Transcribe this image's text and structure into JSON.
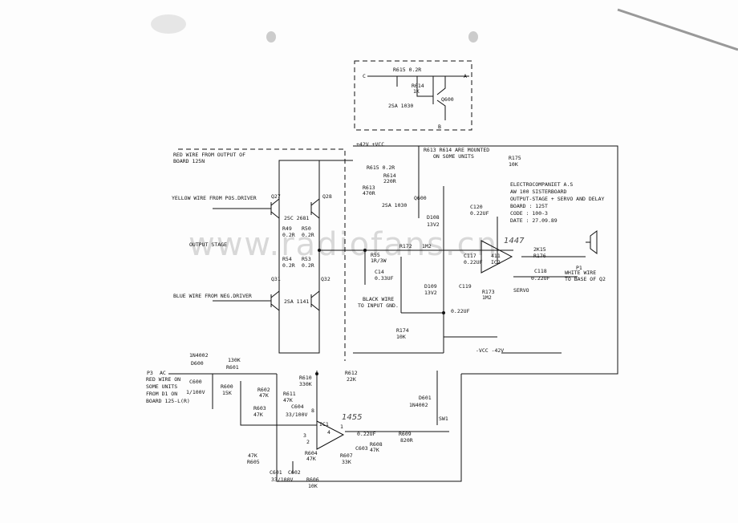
{
  "watermark": "www.radiofans.cn",
  "handwritten": {
    "ic": "1455",
    "opamp": "1447"
  },
  "inset": {
    "c": "C",
    "a": "A",
    "b": "B",
    "r615": "R615  0.2R",
    "r614": "R614",
    "r614v": "1K",
    "q": "Q600",
    "part": "2SA 1030"
  },
  "notes": {
    "red_top": "RED WIRE FROM OUTPUT OF",
    "red_top2": "BOARD 125N",
    "yellow": "YELLOW WIRE FROM POS.DRIVER",
    "output_stage": "OUTPUT STAGE",
    "blue": "BLUE WIRE FROM NEG.DRIVER",
    "mounted1": "R613 R614 ARE MOUNTED",
    "mounted2": "ON SOME UNITS",
    "black1": "BLACK WIRE",
    "black2": "TO INPUT GND.",
    "white1": "WHITE WIRE",
    "white2": "TO BASE OF Q2",
    "red_bottom1": "RED WIRE ON",
    "red_bottom2": "SOME UNITS",
    "red_bottom3": "FROM D1 ON",
    "red_bottom4": "BOARD 125-L(R)"
  },
  "title_block": [
    "ELECTROCOMPANIET A.S",
    "AW 100 SISTERBOARD",
    "OUTPUT-STAGE + SERVO AND DELAY",
    "BOARD : 125T",
    "CODE : 100-3",
    "DATE : 27.09.89"
  ],
  "rails": {
    "pos": "+42V +VCC",
    "neg": "-VCC  -42V"
  },
  "parts": {
    "q27": "Q27",
    "q28": "Q28",
    "q31": "Q31",
    "q32": "Q32",
    "sc2681": "2SC 2681",
    "sa1141": "2SA 1141",
    "r49": "R49",
    "r49v": "0.2R",
    "r50": "R50",
    "r50v": "0.2R",
    "r54": "R54",
    "r54v": "0.2R",
    "r53": "R53",
    "r53v": "0.2R",
    "r615": "R615  0.2R",
    "r614": "R614",
    "r614v": "220R",
    "r613": "R613",
    "r613v": "470R",
    "q600": "Q600",
    "sa1030": "2SA 1030",
    "d108": "D108",
    "d108v": "13V2",
    "d109": "D109",
    "d109v": "13V2",
    "c120": "C120",
    "c120v": "0.22UF",
    "c117": "C117",
    "c117v": "0.22UF",
    "c119": "C119",
    "c119v": "0.22UF",
    "r55": "R55",
    "r55v": "1R/3W",
    "c14": "C14",
    "c14v": "0.33UF",
    "r172": "R172",
    "r172v": "1M2",
    "r173": "R173",
    "r173v": "1M2",
    "r174": "R174",
    "r174v": "10K",
    "r175": "R175",
    "r175v": "10K",
    "r176": "R176",
    "r176v": "2K15",
    "c118": "C118",
    "c118v": "0.22UF",
    "ic2": "IC2",
    "ic2num": "411",
    "servo": "SERVO",
    "p1": "P1",
    "p3": "P3",
    "ac": "AC",
    "d600": "D600",
    "in4002": "1N4002",
    "r601": "R601",
    "r601v": "130K",
    "c600": "C600",
    "c600v": "1/100V",
    "r600": "R600",
    "r600v": "15K",
    "r602": "R602",
    "r602v": "47K",
    "r603": "R603",
    "r603v": "47K",
    "r610": "R610",
    "r610v": "330K",
    "r611": "R611",
    "r611v": "47K",
    "c604": "C604",
    "c604v": "33/100V",
    "r612": "R612",
    "r612v": "22K",
    "ic1": "IC1",
    "c603": "C603",
    "c603v": "0.22UF",
    "r608": "R608",
    "r608v": "47K",
    "r609": "R609",
    "r609v": "820R",
    "r607": "R607",
    "r607v": "33K",
    "r604": "R604",
    "r604v": "47K",
    "r605": "R605",
    "r605v": "47K",
    "c601": "C601",
    "c602": "C602",
    "c60xv": "33/100V",
    "r606": "R606",
    "r606v": "10K",
    "d601": "D601",
    "d601v": "1N4002",
    "sw1": "SW1",
    "pin1": "1",
    "pin2": "2",
    "pin3": "3",
    "pin4": "4",
    "pin8": "8",
    "pin4b": "4"
  }
}
